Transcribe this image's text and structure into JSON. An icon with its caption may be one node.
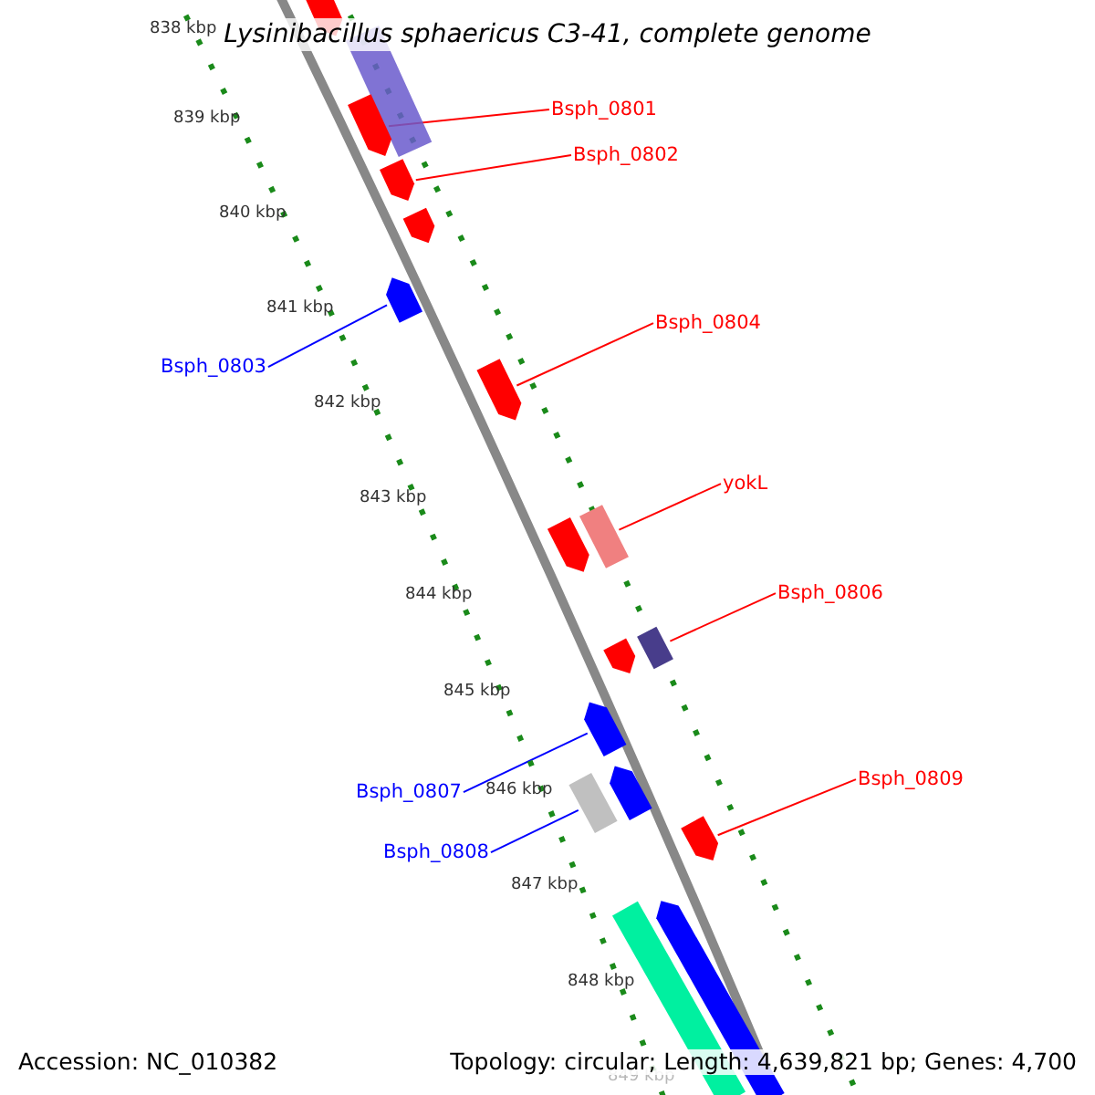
{
  "diagram": {
    "title": "Lysinibacillus sphaericus C3-41, complete genome",
    "nodes": [
      {
        "text": [
          "Bsph_0801"
        ]
      },
      {
        "text": [
          "Bsph_0802"
        ]
      },
      {
        "text": [
          "Bsph_0803"
        ]
      },
      {
        "text": [
          "Bsph_0804"
        ]
      },
      {
        "text": [
          "yokL"
        ]
      },
      {
        "text": [
          "Bsph_0806"
        ]
      },
      {
        "text": [
          "Bsph_0807"
        ]
      },
      {
        "text": [
          "Bsph_0808"
        ]
      },
      {
        "text": [
          "Bsph_0809"
        ]
      },
      {
        "text": [],
        "shape": "arrow"
      },
      {
        "text": [],
        "shape": "box"
      },
      {
        "text": [],
        "shape": "arrow"
      },
      {
        "text": [],
        "shape": "arrow"
      },
      {
        "text": [],
        "shape": "arrow"
      },
      {
        "text": [],
        "shape": "arrow"
      },
      {
        "text": [],
        "shape": "arrow"
      },
      {
        "text": [],
        "shape": "box"
      },
      {
        "text": [],
        "shape": "arrow"
      },
      {
        "text": [],
        "shape": "box"
      },
      {
        "text": [],
        "shape": "arrow"
      },
      {
        "text": [],
        "shape": "arrow"
      },
      {
        "text": [],
        "shape": "arrow"
      },
      {
        "text": [],
        "shape": "box"
      },
      {
        "text": [],
        "shape": "arrow"
      },
      {
        "text": [],
        "shape": "arrow"
      },
      {
        "text": [],
        "shape": "box"
      }
    ],
    "edges": [
      {
        "from": 0,
        "to": 11,
        "arrow": "none"
      },
      {
        "from": 1,
        "to": 12,
        "arrow": "none"
      },
      {
        "from": 2,
        "to": 14,
        "arrow": "none",
        "color": "#0000ff"
      },
      {
        "from": 3,
        "to": 15,
        "arrow": "none"
      },
      {
        "from": 4,
        "to": 16,
        "arrow": "none"
      },
      {
        "from": 5,
        "to": 18,
        "arrow": "none"
      },
      {
        "from": 6,
        "to": 20,
        "arrow": "none",
        "color": "#0000ff"
      },
      {
        "from": 7,
        "to": 22,
        "arrow": "none",
        "color": "#0000ff"
      },
      {
        "from": 8,
        "to": 23,
        "arrow": "none"
      }
    ],
    "labels": [
      "838 kbp",
      "839 kbp",
      "840 kbp",
      "841 kbp",
      "842 kbp",
      "843 kbp",
      "844 kbp",
      "845 kbp",
      "846 kbp",
      "847 kbp",
      "848 kbp",
      "849 kbp",
      "Accession: NC_010382",
      "Topology: circular; Length: 4,639,821 bp; Genes: 4,700"
    ]
  }
}
